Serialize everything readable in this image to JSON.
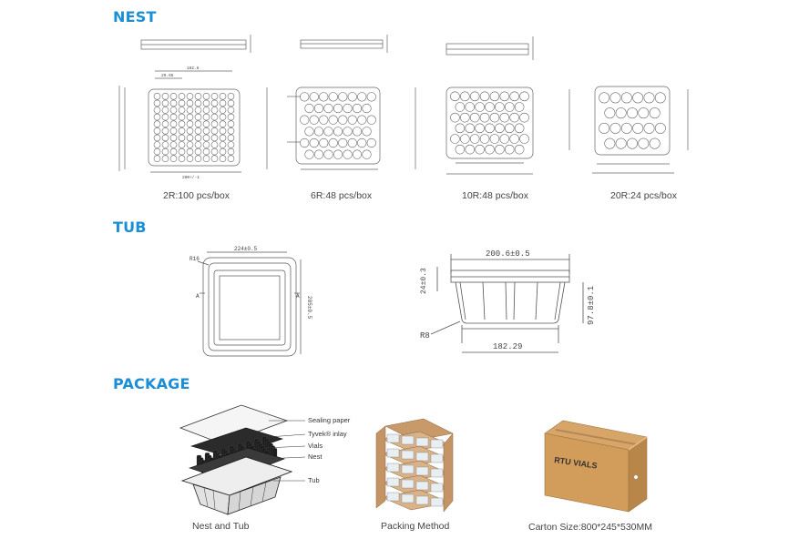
{
  "colors": {
    "heading": "#1b8fd6",
    "line": "#555555",
    "carton": "#d9a464",
    "carton_dark": "#b98647"
  },
  "sections": {
    "nest": {
      "title": "NEST"
    },
    "tub": {
      "title": "TUB"
    },
    "package": {
      "title": "PACKAGE"
    }
  },
  "nest_items": [
    {
      "caption": "2R:100 pcs/box",
      "rows": 10,
      "cols": 10
    },
    {
      "caption": "6R:48 pcs/box",
      "rows": 6,
      "cols": 8
    },
    {
      "caption": "10R:48 pcs/box",
      "rows": 6,
      "cols": 8
    },
    {
      "caption": "20R:24 pcs/box",
      "rows": 4,
      "cols": 6
    }
  ],
  "tub": {
    "top_view": {
      "width_label": "224±0.5",
      "height_label": "205±0.5",
      "corner_label": "R16",
      "section_mark": "A"
    },
    "side_view": {
      "top_width": "200.6±0.5",
      "bottom_width": "182.29",
      "flange_height": "24±0.3",
      "depth": "97.8±0.1",
      "radius": "R8"
    }
  },
  "package": {
    "nest_and_tub": {
      "caption": "Nest and Tub",
      "labels": [
        "Sealing paper",
        "Tyvek® inlay",
        "Vials",
        "Nest",
        "Tub"
      ]
    },
    "packing_method": {
      "caption": "Packing Method"
    },
    "carton": {
      "caption": "Carton Size:800*245*530MM",
      "print": "RTU VIALS"
    }
  }
}
